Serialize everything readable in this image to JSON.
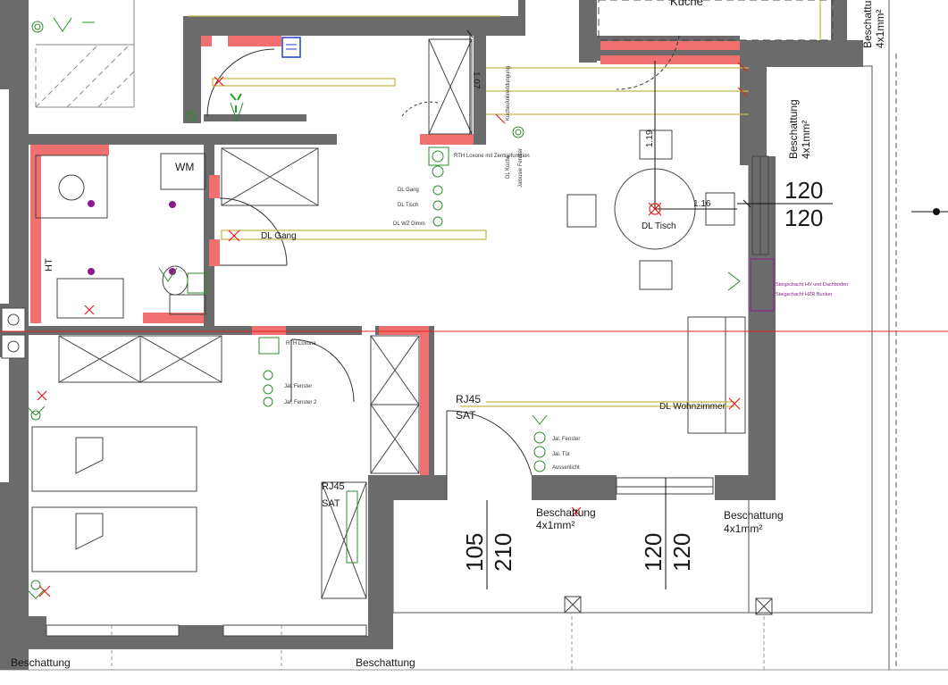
{
  "rooms": {
    "kitchen": "Küche"
  },
  "shading": {
    "top_right": "Beschattung",
    "top_right_spec": "4x1mm²",
    "right": "Beschattung",
    "right_spec": "4x1mm²",
    "bottom_center": "Beschattung",
    "bottom_center_spec": "4x1mm²",
    "bottom_right": "Beschattung",
    "bottom_right_spec": "4x1mm²",
    "bottom_left": "Beschattung",
    "bottom_mid": "Beschattung"
  },
  "lights": {
    "gang": "DL Gang",
    "tisch": "DL Tisch",
    "wohnzimmer": "DL Wohnzimmer"
  },
  "switch_labels": {
    "dl_gang": "DL Gang",
    "dl_tisch": "DL Tisch",
    "dl_wz": "DL WZ Dimm",
    "rth_loxone_zentral": "RTH Loxone mit Zentralfunktion",
    "dl_kueche": "DL Küche",
    "jal_fenster_kueche": "Jalousie Fenster",
    "kueche_vertical": "Küche/Ankreddungung",
    "rth_loxone": "RTH Loxone",
    "jal_fenster": "Jal. Fenster",
    "jal_fenster_2": "Jal. Fenster 2",
    "jal_fenster_wz": "Jal. Fenster",
    "jal_tuer": "Jal. Tür",
    "aussenlicht": "Aussenlicht"
  },
  "shafts": {
    "line1": "Steigschacht HV und Dachboden",
    "line2": "Steigschacht HZR Bunker"
  },
  "outlets": {
    "rj45_a": "RJ45",
    "sat_a": "SAT",
    "rj45_b": "RJ45",
    "sat_b": "SAT"
  },
  "appliances": {
    "washer": "WM",
    "heater": "HT"
  },
  "dimensions": {
    "d107": "1.07",
    "d119": "1.19",
    "d116": "1.16",
    "win_right_top": "120",
    "win_right_bottom": "120",
    "win_a_top": "105",
    "win_a_bottom": "210",
    "win_b_top": "120",
    "win_b_bottom": "120"
  }
}
